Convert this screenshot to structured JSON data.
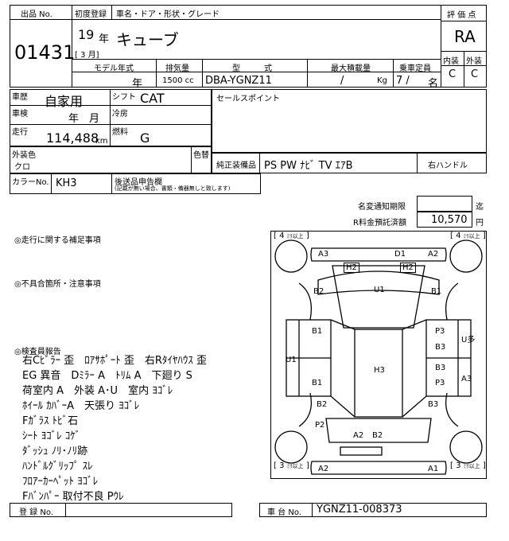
{
  "header": {
    "lot_label": "出品 No.",
    "lot_no": "01431",
    "first_reg_label": "初度登録",
    "year": "19",
    "year_unit": "年",
    "month_text": "[ 3 月]",
    "name_label": "車名・ドア・形状・グレード",
    "car_name": "キューブ",
    "eval_label": "評 価 点",
    "eval_score": "RA",
    "int_label": "内装",
    "ext_label": "外装",
    "int_grade": "C",
    "ext_grade": "C"
  },
  "spec": {
    "model_year_label": "モデル年式",
    "model_year_unit": "年",
    "displacement_label": "排気量",
    "displacement": "1500 cc",
    "type_label": "型　　　式",
    "type": "DBA-YGNZ11",
    "max_load_label": "最大積載量",
    "max_load_sep": "/",
    "max_load_unit": "Kg",
    "capacity_label": "乗車定員",
    "capacity": "7 /",
    "capacity_unit": "名"
  },
  "details": {
    "history_label": "車歴",
    "history": "自家用",
    "shift_label": "シフト",
    "shift": "CAT",
    "inspection_label": "車検",
    "inspection": "年　月",
    "ac_label": "冷房",
    "mileage_label": "走行",
    "mileage": "114,488",
    "mileage_unit": "km",
    "fuel_label": "燃料",
    "fuel": "G",
    "sales_point_label": "セールスポイント",
    "color_label": "外装色",
    "color": "クロ",
    "color_change_label": "色替",
    "equipment_label": "純正装備品",
    "equipment": "PS PW ﾅﾋﾞ TV ｴｱB",
    "steering": "右ハンドル",
    "color_no_label": "カラーNo.",
    "color_no": "KH3",
    "docs_label": "後送品申告欄",
    "docs_note": "(記載が無い場合、書類・備器無しと致します)"
  },
  "fees": {
    "transfer_label": "名変通知期限",
    "transfer_suffix": "迄",
    "recycle_label": "R料金預託済額",
    "recycle_amount": "10,570",
    "recycle_unit": "円"
  },
  "notes": {
    "supplement_label": "◎走行に関する補足事項",
    "defects_label": "◎不具合箇所・注意事項",
    "inspector_label": "◎検査員報告",
    "inspector_lines": [
      "右Cﾋﾟﾗｰ 歪　ﾛｱｻﾎﾟｰﾄ 歪　右Rﾀｲﾔﾊｳｽ 歪",
      "EG 異音　Dﾐﾗｰ A　ﾄﾘﾑ A　下廻り S",
      "荷室内 A　外装 A･U　室内 ﾖｺﾞﾚ",
      "ﾎｲｰﾙ ｶﾊﾞｰA　天張り ﾖｺﾞﾚ",
      "Fｶﾞﾗｽ ﾄﾋﾞ石",
      "ｼｰﾄ ﾖｺﾞﾚ ｺｹﾞ",
      "ﾀﾞｯｼｭ ﾉﾘ･ﾉﾘ跡",
      "ﾊﾝﾄﾞﾙｸﾞﾘｯﾌﾟ ｽﾚ",
      "ﾌﾛｱｰｶｰﾍﾟｯﾄ ﾖｺﾞﾚ",
      "Fﾊﾞﾝﾊﾟｰ 取付不良 Pｳﾚ"
    ]
  },
  "diagram": {
    "tire_top_left": "4",
    "tire_top_right": "4",
    "tire_bottom_left": "3",
    "tire_bottom_right": "3",
    "tire_unit": "ﾐﾘ以上",
    "marks": {
      "a3_top": "A3",
      "d1": "D1",
      "a2_top": "A2",
      "h2_left": "H2",
      "h2_right": "H2",
      "u1_top": "U1",
      "b2_top_left": "B2",
      "b1_top_right": "B1",
      "b1_left_upper": "B1",
      "u1_left": "U1",
      "b1_left_lower": "B1",
      "p3_upper": "P3",
      "b3_upper": "B3",
      "u_side": "U多",
      "h3": "H3",
      "b3_mid": "B3",
      "p3_lower": "P3",
      "a3_right": "A3",
      "b2_lower": "B2",
      "p2": "P2",
      "b3_lower": "B3",
      "a2_rear": "A2",
      "b2_rear": "B2",
      "a2_bottom": "A2",
      "a1_bottom": "A1"
    }
  },
  "footer": {
    "reg_no_label": "登 録 No.",
    "chassis_label": "車 台 No.",
    "chassis_no": "YGNZ11-008373"
  }
}
